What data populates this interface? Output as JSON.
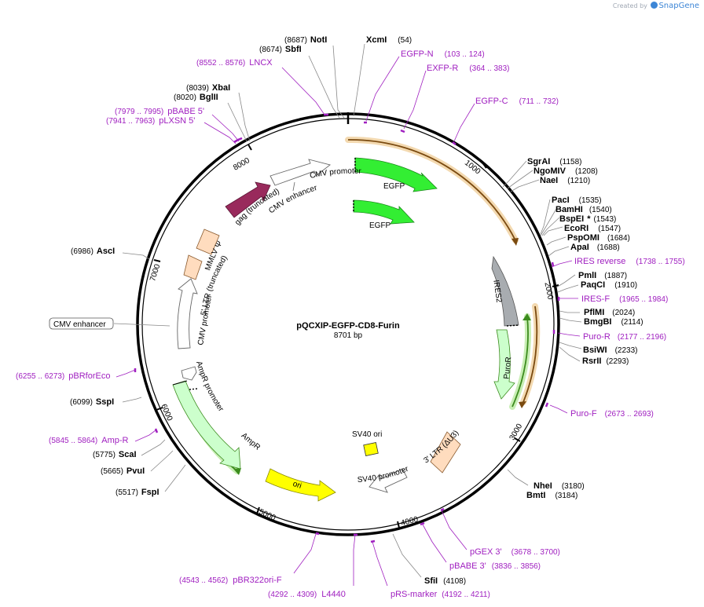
{
  "brand": {
    "created_by": "Created by",
    "name": "SnapGene"
  },
  "plasmid": {
    "name": "pQCXIP-EGFP-CD8-Furin",
    "length": "8701 bp"
  },
  "colors": {
    "enzyme": "#000000",
    "primer": "#a020c0",
    "egfp": "#33ee33",
    "puror": "#ccffcc",
    "ampr": "#ccffcc",
    "gag": "#992a5c",
    "ltr": "#ffdcbe",
    "ires": "#a8acb0",
    "ori": "#ffff00",
    "promoter": "#ffffff",
    "orf_line": "#d4a050",
    "orf_line_green": "#3c8c1e"
  },
  "scale_labels": [
    "1000",
    "2000",
    "3000",
    "4000",
    "5000",
    "6000",
    "7000",
    "8000"
  ],
  "features": [
    {
      "label": "CMV promoter"
    },
    {
      "label": "EGFP"
    },
    {
      "label": "EGFP"
    },
    {
      "label": "IRES2"
    },
    {
      "label": "PuroR"
    },
    {
      "label": "3' LTR (ΔU3)"
    },
    {
      "label": "SV40 ori"
    },
    {
      "label": "SV40 promoter"
    },
    {
      "label": "ori"
    },
    {
      "label": "AmpR"
    },
    {
      "label": "AmpR promoter"
    },
    {
      "label": "CMV promoter"
    },
    {
      "label": "5' LTR (truncated)"
    },
    {
      "label": "MMLV Ψ"
    },
    {
      "label": "gag (truncated)"
    },
    {
      "label": "CMV enhancer"
    },
    {
      "label": "CMV enhancer"
    }
  ],
  "sites": [
    {
      "name": "NotI",
      "pos": "(8687)"
    },
    {
      "name": "SbfI",
      "pos": "(8674)"
    },
    {
      "name": "LNCX",
      "pos": "(8552 .. 8576)"
    },
    {
      "name": "XbaI",
      "pos": "(8039)"
    },
    {
      "name": "BglII",
      "pos": "(8020)"
    },
    {
      "name": "pBABE 5'",
      "pos": "(7979 .. 7995)"
    },
    {
      "name": "pLXSN 5'",
      "pos": "(7941 .. 7963)"
    },
    {
      "name": "AscI",
      "pos": "(6986)"
    },
    {
      "name": "pBRforEco",
      "pos": "(6255 .. 6273)"
    },
    {
      "name": "SspI",
      "pos": "(6099)"
    },
    {
      "name": "Amp-R",
      "pos": "(5845 .. 5864)"
    },
    {
      "name": "ScaI",
      "pos": "(5775)"
    },
    {
      "name": "PvuI",
      "pos": "(5665)"
    },
    {
      "name": "FspI",
      "pos": "(5517)"
    },
    {
      "name": "pBR322ori-F",
      "pos": "(4543 .. 4562)"
    },
    {
      "name": "L4440",
      "pos": "(4292 .. 4309)"
    },
    {
      "name": "pRS-marker",
      "pos": "(4192 .. 4211)"
    },
    {
      "name": "SfiI",
      "pos": "(4108)"
    },
    {
      "name": "pBABE 3'",
      "pos": "(3836 .. 3856)"
    },
    {
      "name": "pGEX 3'",
      "pos": "(3678 .. 3700)"
    },
    {
      "name": "BmtI",
      "pos": "(3184)"
    },
    {
      "name": "NheI",
      "pos": "(3180)"
    },
    {
      "name": "Puro-F",
      "pos": "(2673 .. 2693)"
    },
    {
      "name": "RsrII",
      "pos": "(2293)"
    },
    {
      "name": "BsiWI",
      "pos": "(2233)"
    },
    {
      "name": "Puro-R",
      "pos": "(2177 .. 2196)"
    },
    {
      "name": "BmgBI",
      "pos": "(2114)"
    },
    {
      "name": "PflMI",
      "pos": "(2024)"
    },
    {
      "name": "IRES-F",
      "pos": "(1965 .. 1984)"
    },
    {
      "name": "PaqCI",
      "pos": "(1910)"
    },
    {
      "name": "PmlI",
      "pos": "(1887)"
    },
    {
      "name": "IRES reverse",
      "pos": "(1738 .. 1755)"
    },
    {
      "name": "ApaI",
      "pos": "(1688)"
    },
    {
      "name": "PspOMI",
      "pos": "(1684)"
    },
    {
      "name": "EcoRI",
      "pos": "(1547)"
    },
    {
      "name": "BspEI",
      "pos": "(1543)",
      "mark": "*"
    },
    {
      "name": "BamHI",
      "pos": "(1540)"
    },
    {
      "name": "PacI",
      "pos": "(1535)"
    },
    {
      "name": "NaeI",
      "pos": "(1210)"
    },
    {
      "name": "NgoMIV",
      "pos": "(1208)"
    },
    {
      "name": "SgrAI",
      "pos": "(1158)"
    },
    {
      "name": "EGFP-C",
      "pos": "(711 .. 732)"
    },
    {
      "name": "EXFP-R",
      "pos": "(364 .. 383)"
    },
    {
      "name": "EGFP-N",
      "pos": "(103 .. 124)"
    },
    {
      "name": "XcmI",
      "pos": "(54)"
    }
  ]
}
